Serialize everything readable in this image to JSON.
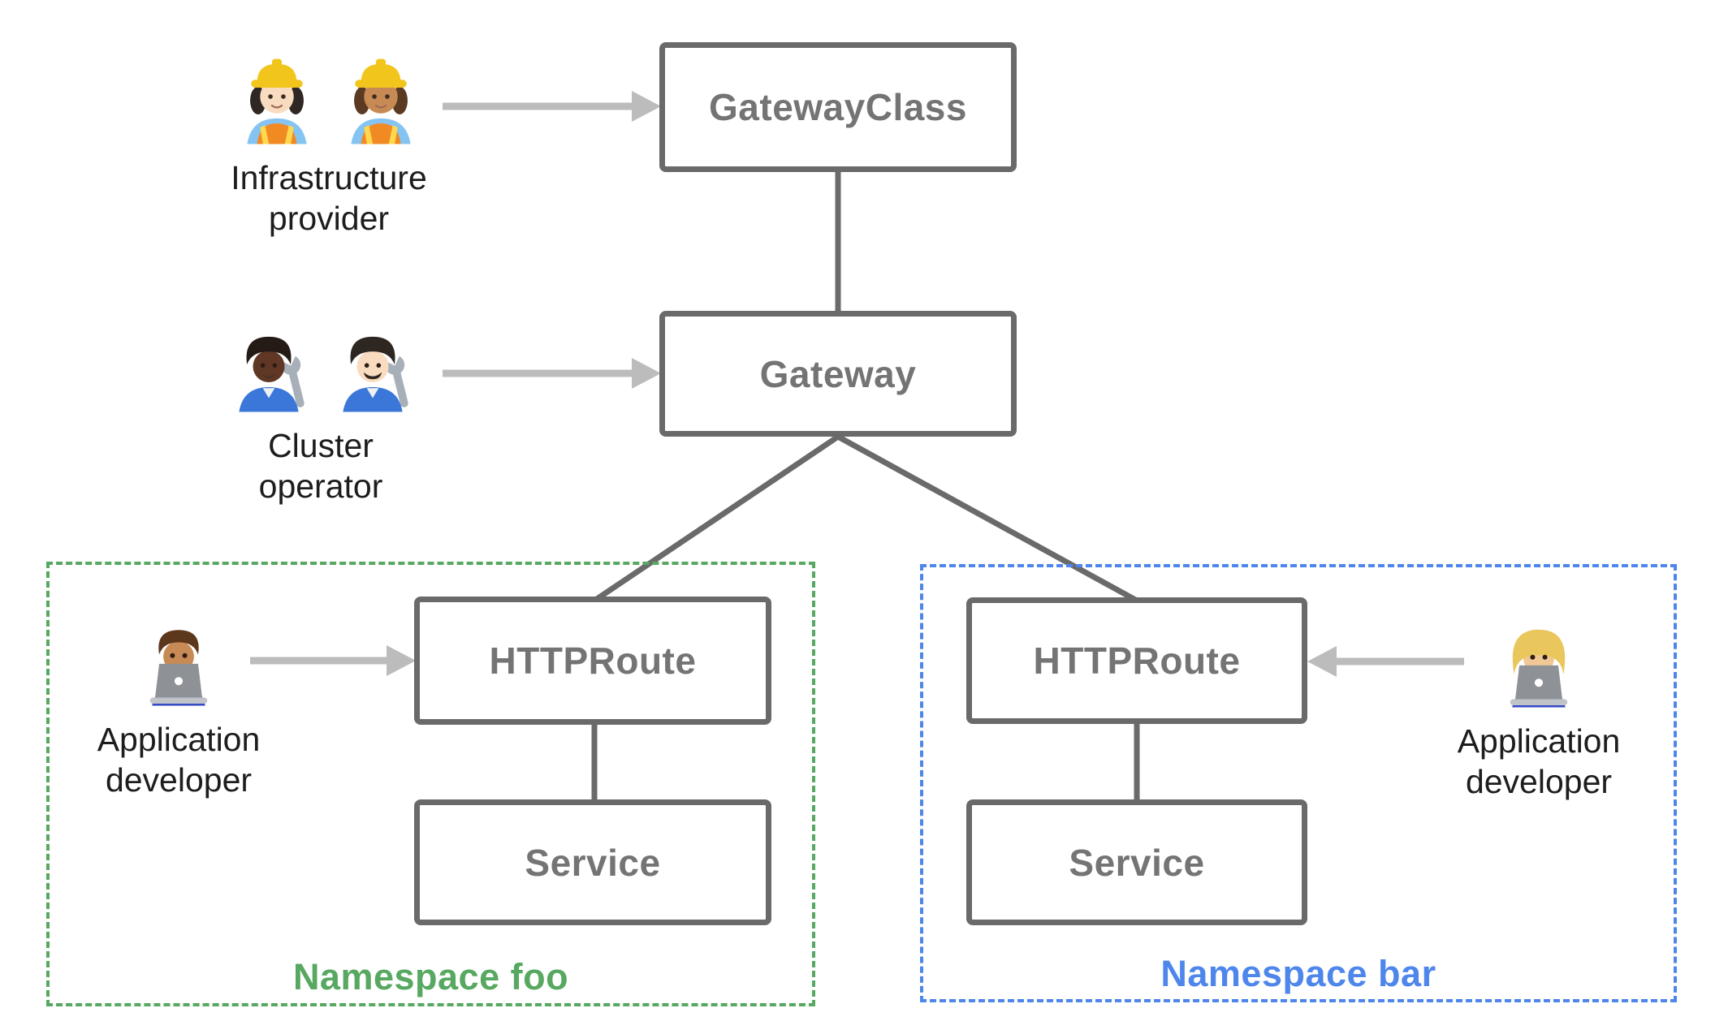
{
  "nodes": {
    "gateway_class": {
      "label": "GatewayClass"
    },
    "gateway": {
      "label": "Gateway"
    },
    "httproute_foo": {
      "label": "HTTPRoute"
    },
    "service_foo": {
      "label": "Service"
    },
    "httproute_bar": {
      "label": "HTTPRoute"
    },
    "service_bar": {
      "label": "Service"
    }
  },
  "namespaces": {
    "foo": {
      "label": "Namespace foo",
      "color": "#57a860"
    },
    "bar": {
      "label": "Namespace bar",
      "color": "#4e86ec"
    }
  },
  "personas": [
    {
      "id": "infrastructure-provider",
      "lines": [
        "Infrastructure",
        "provider"
      ],
      "icons": [
        {
          "name": "woman-construction-worker-light-skin-emoji",
          "type": "construction-worker",
          "skin": "#f9dcc0",
          "hair": "#2f2723"
        },
        {
          "name": "woman-construction-worker-medium-skin-emoji",
          "type": "construction-worker",
          "skin": "#c88a54",
          "hair": "#5a3a22"
        }
      ]
    },
    {
      "id": "cluster-operator",
      "lines": [
        "Cluster",
        "operator"
      ],
      "icons": [
        {
          "name": "mechanic-dark-skin-emoji",
          "type": "mechanic",
          "skin": "#5f3724",
          "hair": "#241b16"
        },
        {
          "name": "man-mechanic-light-skin-emoji",
          "type": "mechanic",
          "skin": "#f9dcc0",
          "hair": "#2e2620",
          "mustache": true
        }
      ]
    },
    {
      "id": "application-developer-foo",
      "lines": [
        "Application",
        "developer"
      ],
      "icons": [
        {
          "name": "man-technologist-medium-skin-emoji",
          "type": "technologist",
          "skin": "#c88a54",
          "hair": "#5d371c"
        }
      ]
    },
    {
      "id": "application-developer-bar",
      "lines": [
        "Application",
        "developer"
      ],
      "icons": [
        {
          "name": "woman-technologist-blonde-emoji",
          "type": "technologist",
          "skin": "#f0c795",
          "hair": "#e9c75c",
          "longHair": true
        }
      ]
    }
  ],
  "edges": [
    {
      "from": "GatewayClass",
      "to": "Gateway"
    },
    {
      "from": "Gateway",
      "to": "HTTPRoute (Namespace foo)"
    },
    {
      "from": "Gateway",
      "to": "HTTPRoute (Namespace bar)"
    },
    {
      "from": "HTTPRoute (Namespace foo)",
      "to": "Service (Namespace foo)"
    },
    {
      "from": "HTTPRoute (Namespace bar)",
      "to": "Service (Namespace bar)"
    }
  ],
  "arrows": [
    {
      "from": "Infrastructure provider",
      "to": "GatewayClass"
    },
    {
      "from": "Cluster operator",
      "to": "Gateway"
    },
    {
      "from": "Application developer (foo)",
      "to": "HTTPRoute (Namespace foo)"
    },
    {
      "from": "Application developer (bar)",
      "to": "HTTPRoute (Namespace bar)"
    }
  ],
  "colors": {
    "box_border_gray": "#6a6a6a",
    "box_text_gray": "#747474",
    "edge_gray": "#6a6a6a",
    "arrow_gray": "#bcbcbc",
    "namespace_foo_green": "#57a860",
    "namespace_bar_blue": "#4e86ec",
    "persona_label_black": "#1d1d1d"
  }
}
